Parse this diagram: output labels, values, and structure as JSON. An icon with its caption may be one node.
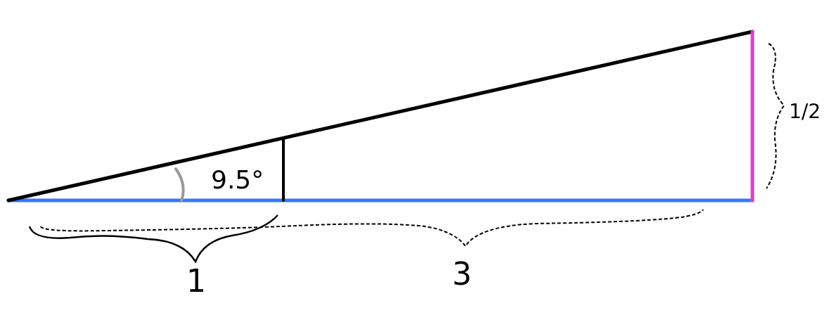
{
  "diagram": {
    "labels": [
      "1/2",
      "9.5°",
      "1",
      "3"
    ]
  }
}
